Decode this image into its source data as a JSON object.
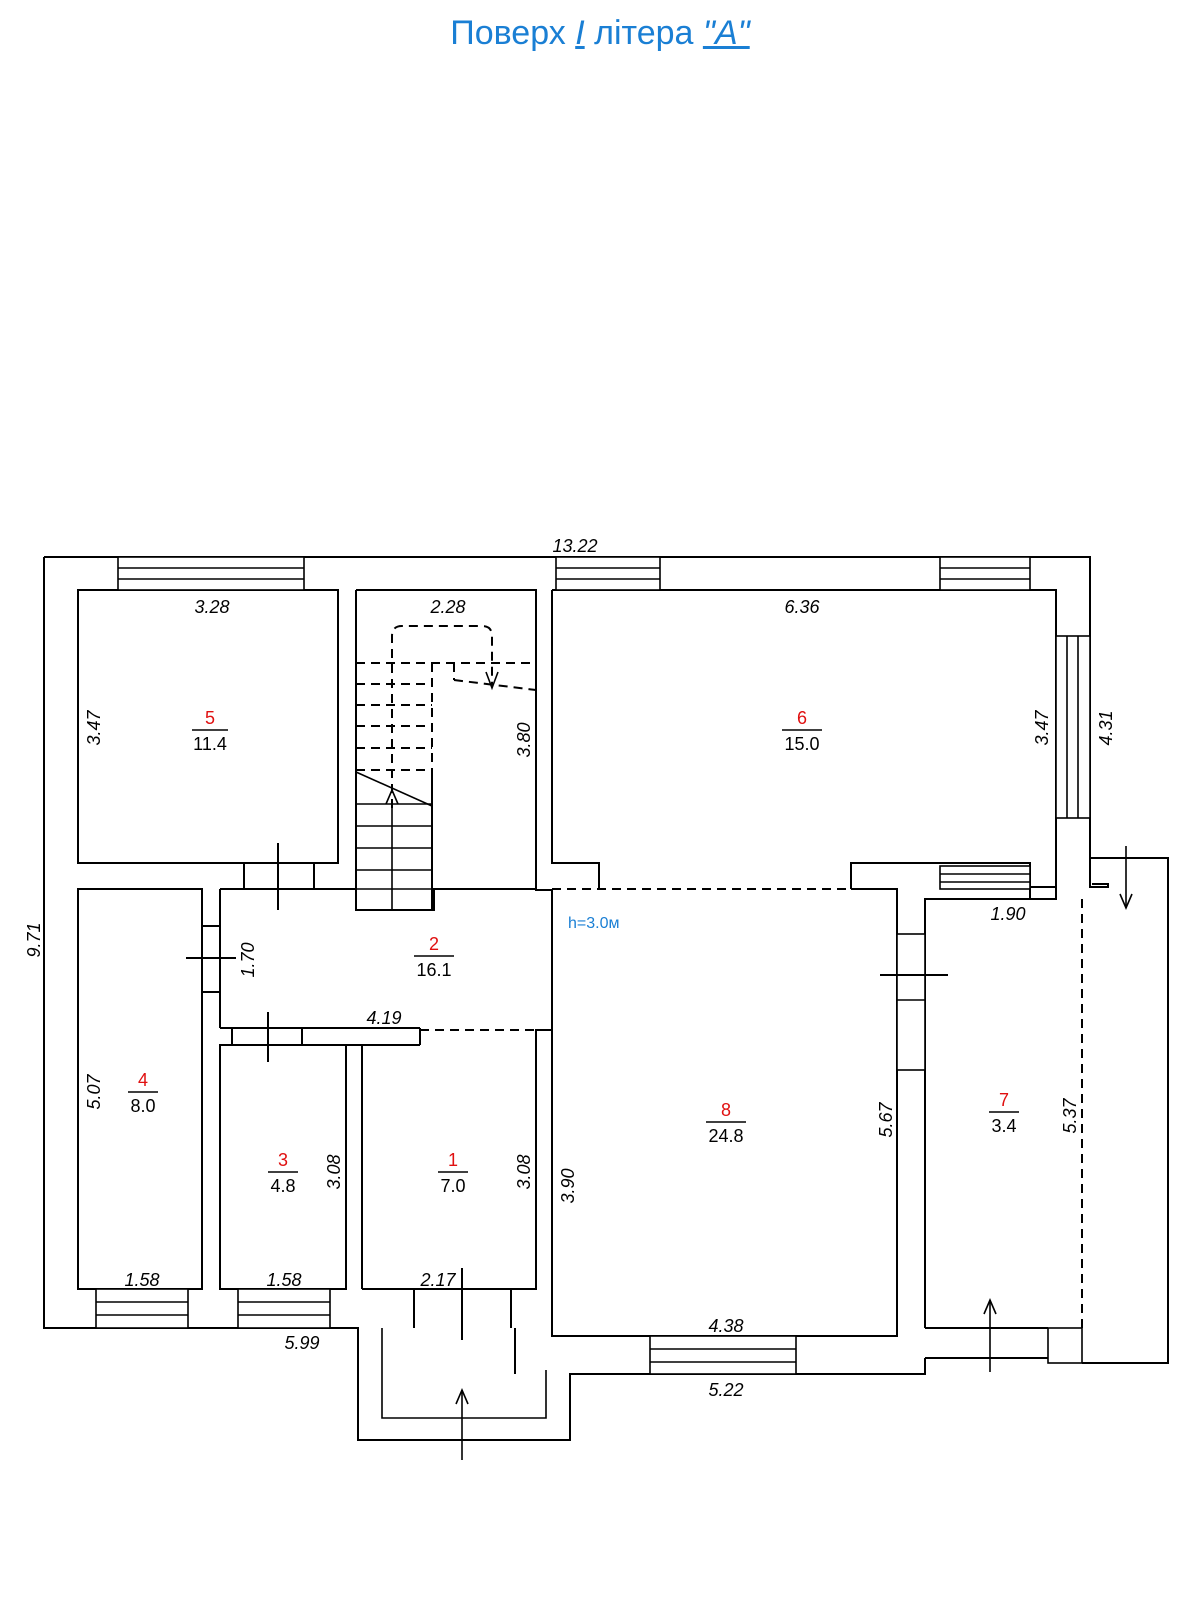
{
  "title": {
    "prefix": "Поверх",
    "floor": "I",
    "middle": "літера",
    "letter": "\"A\""
  },
  "height_note": "h=3.0м",
  "rooms": [
    {
      "number": "1",
      "area": "7.0"
    },
    {
      "number": "2",
      "area": "16.1"
    },
    {
      "number": "3",
      "area": "4.8"
    },
    {
      "number": "4",
      "area": "8.0"
    },
    {
      "number": "5",
      "area": "11.4"
    },
    {
      "number": "6",
      "area": "15.0"
    },
    {
      "number": "7",
      "area": "3.4"
    },
    {
      "number": "8",
      "area": "24.8"
    }
  ],
  "dimensions": {
    "total_width": "13.22",
    "total_height": "9.71",
    "r5_width": "3.28",
    "r5_height": "3.47",
    "stair_width": "2.28",
    "stair_height": "3.80",
    "r6_width": "6.36",
    "r6_height": "3.47",
    "r6_outer": "4.31",
    "hall_height": "1.70",
    "hall_width": "4.19",
    "r4_height": "5.07",
    "r4_width": "1.58",
    "r3_height": "3.08",
    "r3_width": "1.58",
    "r1_height": "3.08",
    "r1_width": "2.17",
    "r8_left": "3.90",
    "r8_right": "5.67",
    "r8_bottom": "4.38",
    "r7_top": "1.90",
    "r7_height": "5.37",
    "bottom_left": "5.99",
    "bottom_right": "5.22"
  }
}
